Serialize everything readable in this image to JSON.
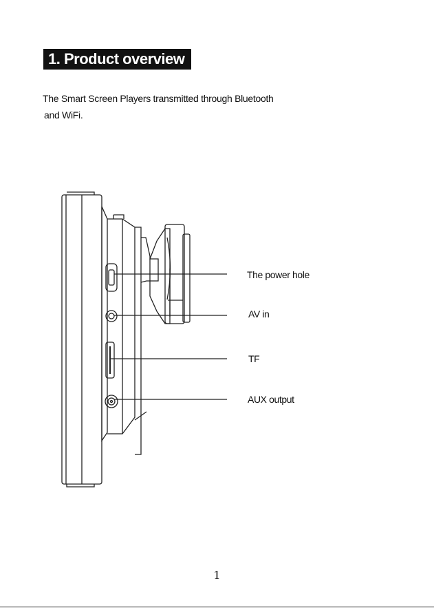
{
  "heading": "1. Product overview",
  "intro": {
    "line1": "The Smart Screen Players  transmitted through Bluetooth",
    "line2": "and WiFi."
  },
  "callouts": {
    "power": "The power hole",
    "av_in": "AV in",
    "tf": "TF",
    "aux": "AUX output"
  },
  "page_number": "1"
}
